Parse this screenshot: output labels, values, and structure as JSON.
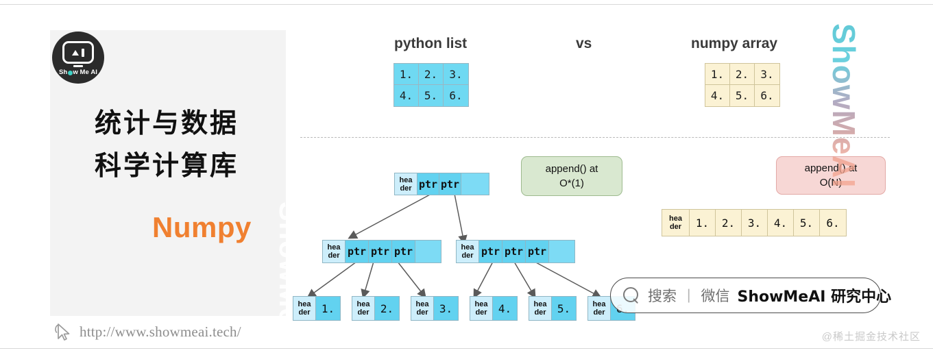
{
  "slide": {
    "left_panel": {
      "logo_text_parts": {
        "pre": "Sh",
        "o": "",
        "post": "w Me AI"
      },
      "logo_alt": "Show Me AI",
      "title_lines": [
        "统计与数据",
        "科学计算库"
      ],
      "subtitle": "Numpy",
      "watermark": "ShowMeAI"
    },
    "footer": {
      "url": "http://www.showmeai.tech/",
      "credit": "@稀土掘金技术社区"
    },
    "edge_watermark": "ShowMeAI",
    "headings": {
      "python_list": "python list",
      "vs": "vs",
      "numpy_array": "numpy array"
    },
    "matrix_python_list": {
      "rows": [
        [
          "1.",
          "2.",
          "3."
        ],
        [
          "4.",
          "5.",
          "6."
        ]
      ],
      "color": "#6fd9f2"
    },
    "matrix_numpy_array": {
      "rows": [
        [
          "1.",
          "2.",
          "3."
        ],
        [
          "4.",
          "5.",
          "6."
        ]
      ],
      "color": "#fbf2d4"
    },
    "badges": {
      "green": {
        "line1": "append() at",
        "line2": "O*(1)",
        "color": "#d9e8d0"
      },
      "red": {
        "line1": "append() at",
        "line2": "O(N)",
        "color": "#f7d7d5"
      }
    },
    "header_label": {
      "line1": "hea",
      "line2": "der"
    },
    "ptr_label": "ptr",
    "linked_list": {
      "root": {
        "ptrs": [
          "ptr",
          "ptr"
        ],
        "empty_cells": 1
      },
      "mid_left": {
        "ptrs": [
          "ptr",
          "ptr",
          "ptr"
        ],
        "empty_cells": 1
      },
      "mid_right": {
        "ptrs": [
          "ptr",
          "ptr",
          "ptr"
        ],
        "empty_cells": 1
      },
      "leaves": [
        "1.",
        "2.",
        "3.",
        "4.",
        "5.",
        "6."
      ]
    },
    "numpy_flat": {
      "values": [
        "1.",
        "2.",
        "3.",
        "4.",
        "5.",
        "6."
      ],
      "color": "#fbf2d4"
    },
    "search_overlay": {
      "placeholder": "搜索",
      "separator": "|",
      "channel": "微信",
      "account": "ShowMeAI 研究中心"
    }
  }
}
